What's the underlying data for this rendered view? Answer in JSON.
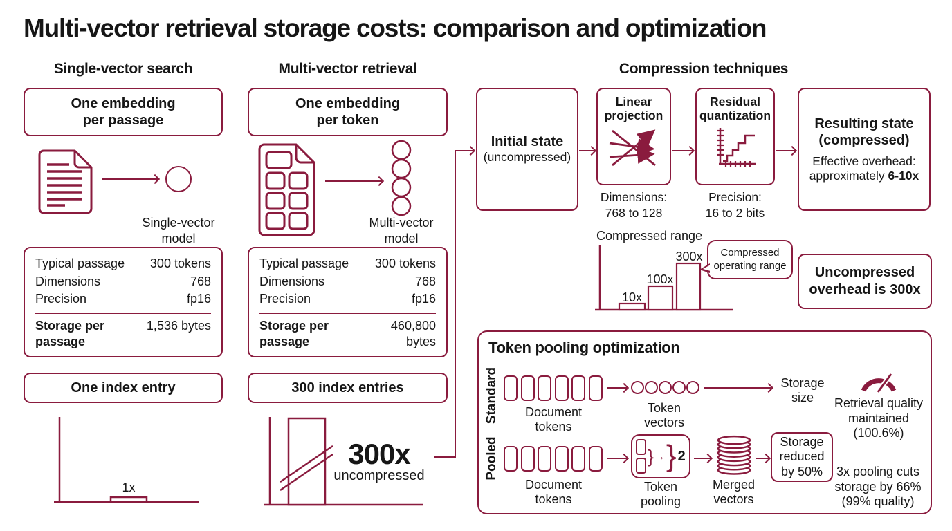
{
  "colors": {
    "accent": "#8a1b3e",
    "text": "#161616",
    "bg": "#ffffff"
  },
  "title": "Multi-vector retrieval storage costs: comparison and optimization",
  "single": {
    "header": "Single-vector search",
    "embedding": "One embedding\nper passage",
    "model_label": "Single-vector\nmodel",
    "specs": {
      "rows": [
        {
          "label": "Typical passage",
          "value": "300 tokens"
        },
        {
          "label": "Dimensions",
          "value": "768"
        },
        {
          "label": "Precision",
          "value": "fp16"
        }
      ],
      "total_label": "Storage per\npassage",
      "total_value": "1,536 bytes"
    },
    "index_entry": "One index entry",
    "bar_label": "1x"
  },
  "multi": {
    "header": "Multi-vector retrieval",
    "embedding": "One embedding\nper token",
    "model_label": "Multi-vector\nmodel",
    "specs": {
      "rows": [
        {
          "label": "Typical passage",
          "value": "300 tokens"
        },
        {
          "label": "Dimensions",
          "value": "768"
        },
        {
          "label": "Precision",
          "value": "fp16"
        }
      ],
      "total_label": "Storage per\npassage",
      "total_value": "460,800\nbytes"
    },
    "index_entry": "300 index entries",
    "bar_value": "300x",
    "bar_caption": "uncompressed"
  },
  "compression": {
    "header": "Compression techniques",
    "initial": {
      "title": "Initial state",
      "subtitle": "(uncompressed)"
    },
    "linear": {
      "title": "Linear\nprojection",
      "note": "Dimensions:\n768 to 128"
    },
    "residual": {
      "title": "Residual\nquantization",
      "note": "Precision:\n16 to 2 bits"
    },
    "result": {
      "title": "Resulting state",
      "subtitle": "(compressed)",
      "note": "Effective overhead:",
      "note2_plain": "approximately ",
      "note2_bold": "6-10x"
    },
    "range_chart": {
      "type": "bar",
      "title": "Compressed range",
      "bars": [
        {
          "label": "10x",
          "value": 10
        },
        {
          "label": "100x",
          "value": 100
        },
        {
          "label": "300x",
          "value": 300
        }
      ],
      "bubble": "Compressed\noperating range",
      "uncompressed_note": "Uncompressed\noverhead is 300x"
    }
  },
  "pooling": {
    "title": "Token pooling optimization",
    "standard_label": "Standard",
    "pooled_label": "Pooled",
    "document_tokens": "Document\ntokens",
    "token_vectors": "Token\nvectors",
    "storage_size": "Storage\nsize",
    "retrieval_quality": "Retrieval quality\nmaintained\n(100.6%)",
    "token_pooling_label": "Token\npooling",
    "pool_factor": "2",
    "merged_vectors": "Merged\nvectors",
    "storage_reduced": "Storage\nreduced\nby 50%",
    "pooling_cuts": "3x pooling cuts\nstorage by 66%\n(99% quality)"
  }
}
